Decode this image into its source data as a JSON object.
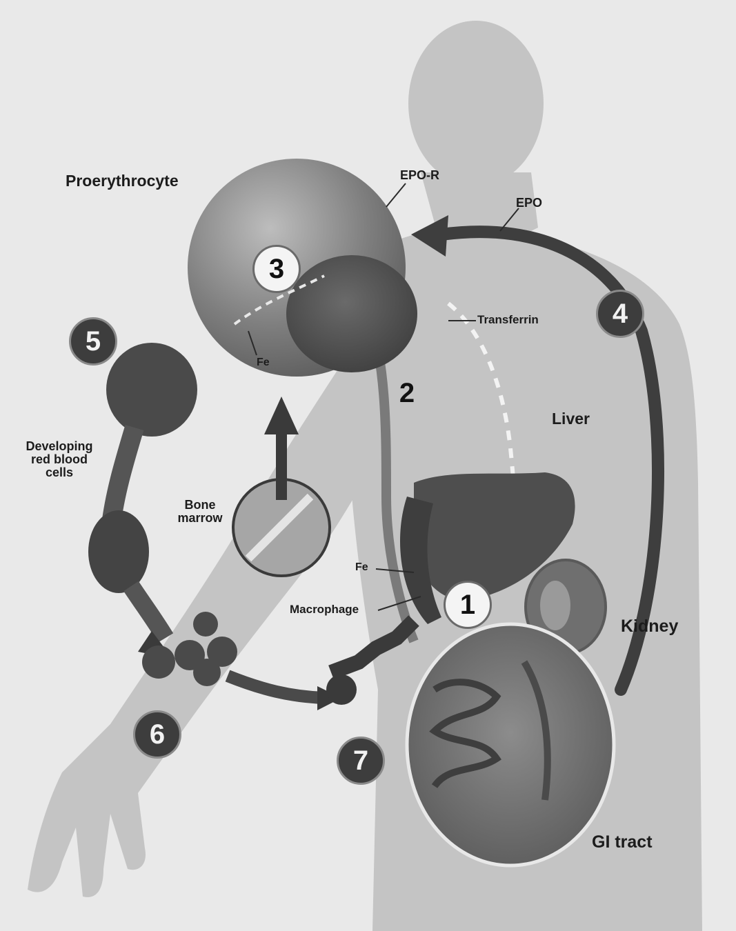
{
  "labels": {
    "proerythrocyte": "Proerythrocyte",
    "epo_r": "EPO-R",
    "epo": "EPO",
    "transferrin": "Transferrin",
    "fe_top": "Fe",
    "liver": "Liver",
    "developing_rbc": "Developing red blood cells",
    "bone_marrow": "Bone marrow",
    "fe_bottom": "Fe",
    "macrophage": "Macrophage",
    "kidney": "Kidney",
    "gi_tract": "GI tract"
  },
  "steps": [
    "1",
    "2",
    "3",
    "4",
    "5",
    "6",
    "7"
  ],
  "colors": {
    "background": "#e9e9e9",
    "body": "#c6c6c6",
    "cell": "#7a7a7a",
    "organ": "#4a4a4a",
    "arrow": "#3a3a3a"
  }
}
